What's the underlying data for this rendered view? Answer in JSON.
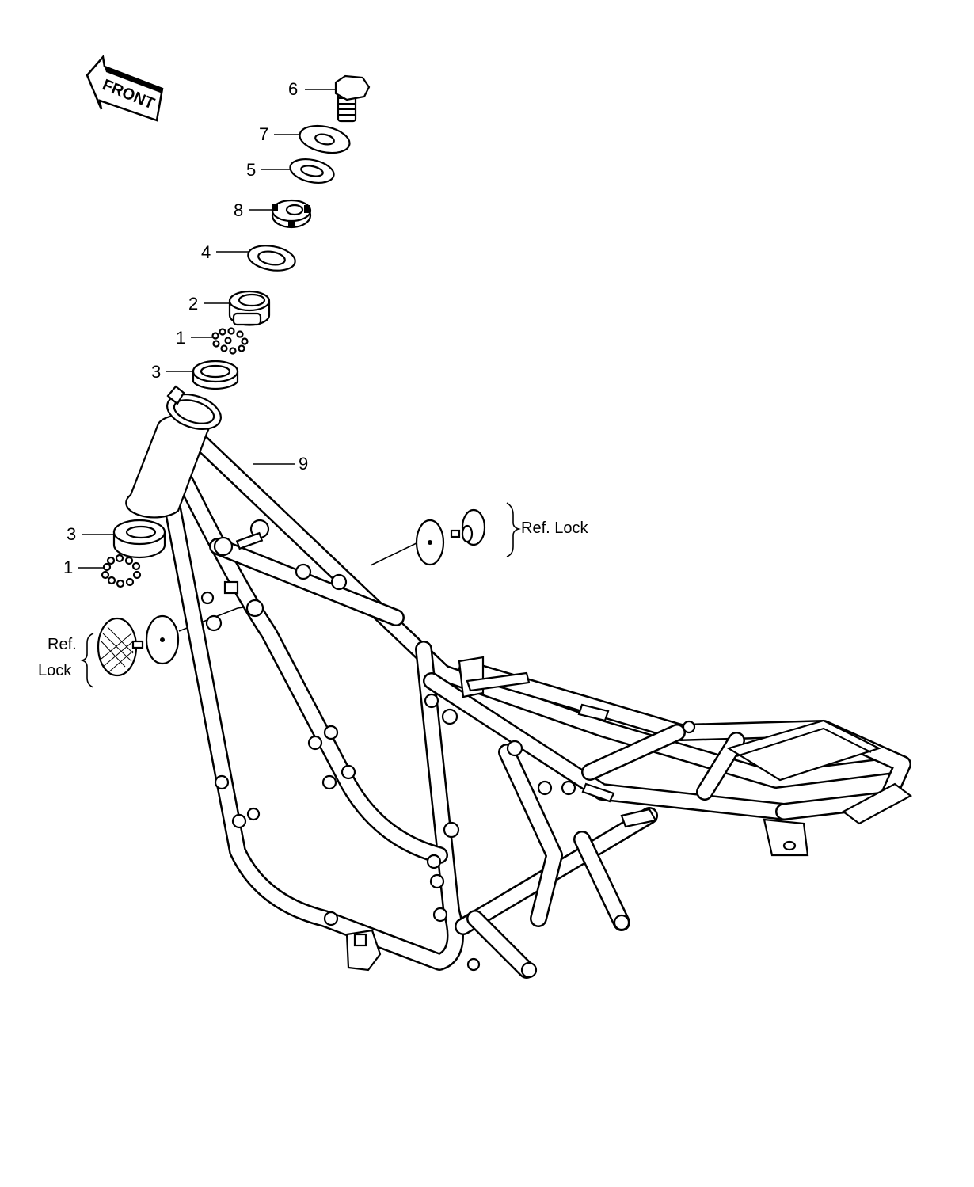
{
  "front_label": "FRONT",
  "callouts": [
    {
      "id": "c6",
      "text": "6"
    },
    {
      "id": "c7",
      "text": "7"
    },
    {
      "id": "c5",
      "text": "5"
    },
    {
      "id": "c8",
      "text": "8"
    },
    {
      "id": "c4",
      "text": "4"
    },
    {
      "id": "c2",
      "text": "2"
    },
    {
      "id": "c1a",
      "text": "1"
    },
    {
      "id": "c3a",
      "text": "3"
    },
    {
      "id": "c9",
      "text": "9"
    },
    {
      "id": "c3b",
      "text": "3"
    },
    {
      "id": "c1b",
      "text": "1"
    }
  ],
  "ref_right": {
    "text": "Ref. Lock"
  },
  "ref_left": {
    "line1": "Ref.",
    "line2": "Lock"
  }
}
